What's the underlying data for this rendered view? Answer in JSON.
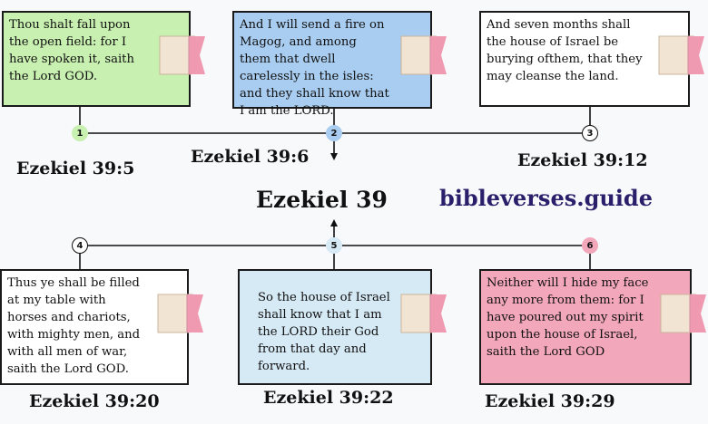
{
  "title": "Ezekiel 39",
  "site": "bibleverses.guide",
  "verses": [
    {
      "num": "1",
      "ref": "Ezekiel 39:5",
      "text": "Thou shalt fall upon the open field: for I have spoken it, saith the Lord GOD."
    },
    {
      "num": "2",
      "ref": "Ezekiel 39:6",
      "text": "And I will send a fire on Magog, and among them that dwell carelessly in the isles: and they shall know that I am the LORD."
    },
    {
      "num": "3",
      "ref": "Ezekiel 39:12",
      "text": "And seven months shall the house of Israel be burying ofthem, that they may cleanse the land."
    },
    {
      "num": "4",
      "ref": "Ezekiel 39:20",
      "text": "Thus ye shall be filled at my table with horses and chariots, with mighty men, and with all men of war, saith the Lord GOD."
    },
    {
      "num": "5",
      "ref": "Ezekiel 39:22",
      "text": "So the house of Israel shall know that I am the LORD their God from that day and forward."
    },
    {
      "num": "6",
      "ref": "Ezekiel 39:29",
      "text": "Neither will I hide my face any more from them: for I have poured out my spirit upon the house of Israel, saith the Lord GOD"
    }
  ],
  "colors": {
    "box1": "#c8f0b0",
    "box2": "#a9cdf0",
    "box3": "#ffffff",
    "box4": "#ffffff",
    "box5": "#d6eaf6",
    "box6": "#f3a7bb",
    "badge1": "#c8f0b0",
    "badge2": "#a9cdf0",
    "badge3": "#ffffff",
    "badge4": "#ffffff",
    "badge5": "#d6eaf6",
    "badge6": "#f3a7bb",
    "tab_paper": "#f2e4d2",
    "tab_ribbon": "#ef9ab0"
  }
}
